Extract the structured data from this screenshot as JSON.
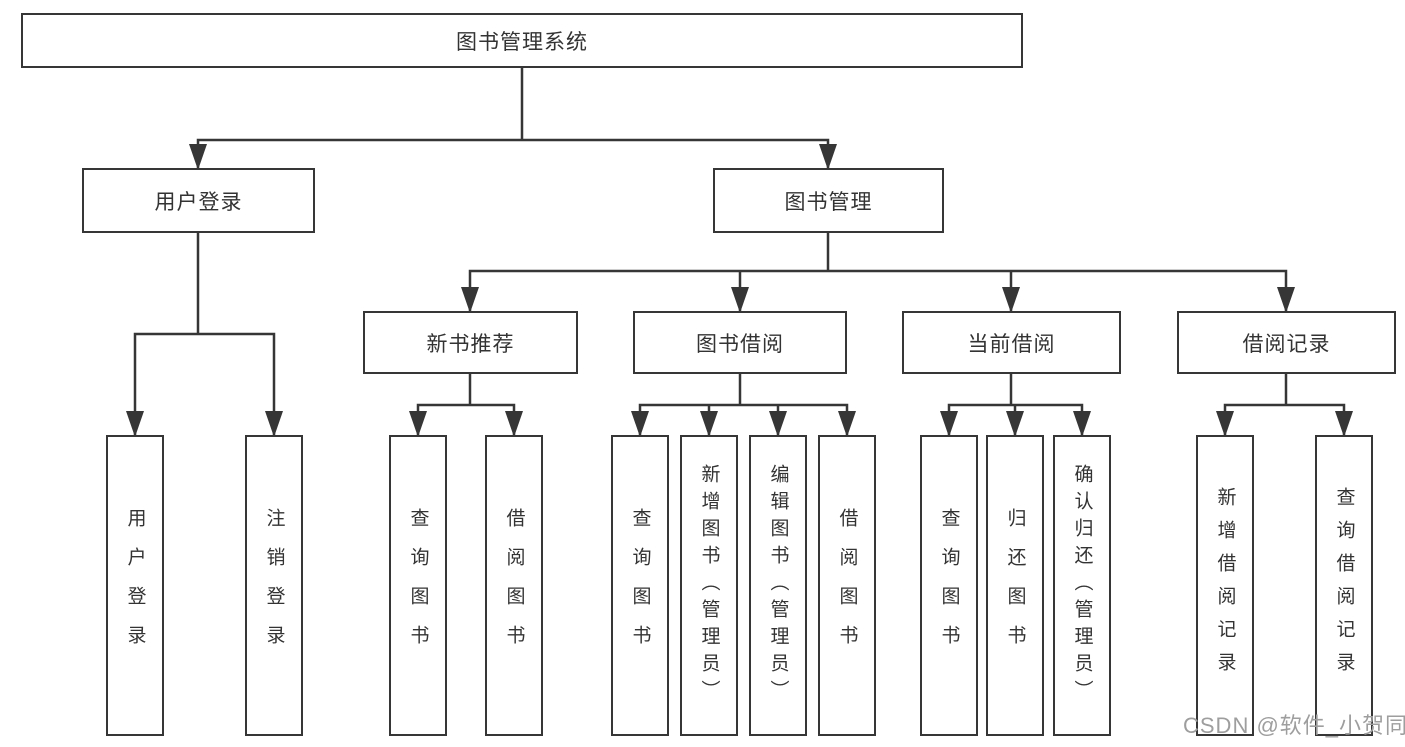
{
  "diagram": {
    "type": "hierarchy-tree",
    "tree": {
      "label": "图书管理系统",
      "children": [
        {
          "label": "用户登录",
          "children": [
            {
              "label": "用户登录"
            },
            {
              "label": "注销登录"
            }
          ]
        },
        {
          "label": "图书管理",
          "children": [
            {
              "label": "新书推荐",
              "children": [
                {
                  "label": "查询图书"
                },
                {
                  "label": "借阅图书"
                }
              ]
            },
            {
              "label": "图书借阅",
              "children": [
                {
                  "label": "查询图书"
                },
                {
                  "label": "新增图书（管理员）"
                },
                {
                  "label": "编辑图书（管理员）"
                },
                {
                  "label": "借阅图书"
                }
              ]
            },
            {
              "label": "当前借阅",
              "children": [
                {
                  "label": "查询图书"
                },
                {
                  "label": "归还图书"
                },
                {
                  "label": "确认归还（管理员）"
                }
              ]
            },
            {
              "label": "借阅记录",
              "children": [
                {
                  "label": "新增借阅记录"
                },
                {
                  "label": "查询借阅记录"
                }
              ]
            }
          ]
        }
      ]
    },
    "colors": {
      "line": "#363636",
      "text": "#333333",
      "background": "#ffffff",
      "watermark": "#9e9e9e"
    }
  },
  "watermark": {
    "text": "CSDN @软件_小贺同学"
  }
}
